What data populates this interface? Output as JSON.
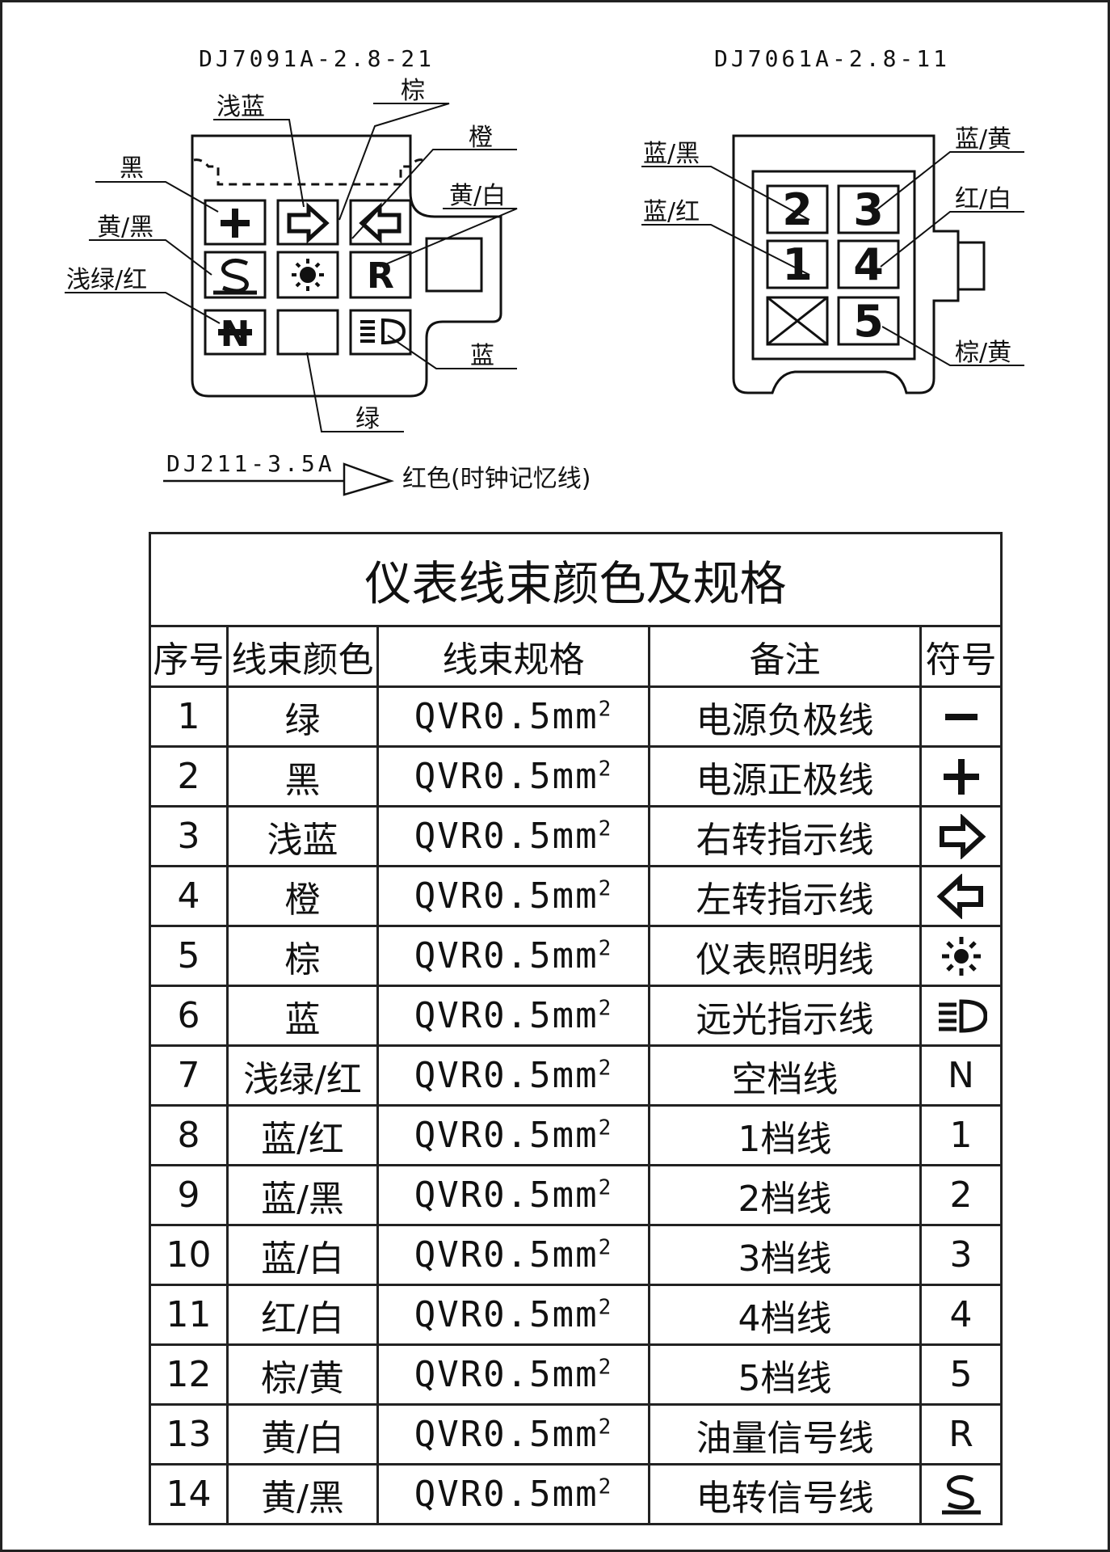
{
  "connectors": {
    "left_model": "DJ7091A-2.8-21",
    "right_model": "DJ7061A-2.8-11",
    "fuse_model": "DJ211-3.5A",
    "fuse_note": "红色(时钟记忆线)",
    "left_labels": {
      "black": "黑",
      "light_blue": "浅蓝",
      "brown": "棕",
      "orange": "橙",
      "yellow_white": "黄/白",
      "yellow_black": "黄/黑",
      "light_green_red": "浅绿/红",
      "blue": "蓝",
      "green": "绿"
    },
    "right_labels": {
      "blue_black": "蓝/黑",
      "blue_yellow": "蓝/黄",
      "red_white": "红/白",
      "blue_red": "蓝/红",
      "brown_yellow": "棕/黄"
    },
    "left_symbols": {
      "r": "R",
      "n": "N"
    },
    "right_pins": [
      "2",
      "3",
      "1",
      "4",
      "5"
    ]
  },
  "table": {
    "title": "仪表线束颜色及规格",
    "headers": [
      "序号",
      "线束颜色",
      "线束规格",
      "备注",
      "符号"
    ],
    "spec_base": "QVR0.5mm",
    "spec_sup": "2",
    "rows": [
      {
        "no": "1",
        "color": "绿",
        "remark": "电源负极线",
        "symbol": "minus",
        "text": ""
      },
      {
        "no": "2",
        "color": "黑",
        "remark": "电源正极线",
        "symbol": "plus",
        "text": ""
      },
      {
        "no": "3",
        "color": "浅蓝",
        "remark": "右转指示线",
        "symbol": "arrow-right",
        "text": ""
      },
      {
        "no": "4",
        "color": "橙",
        "remark": "左转指示线",
        "symbol": "arrow-left",
        "text": ""
      },
      {
        "no": "5",
        "color": "棕",
        "remark": "仪表照明线",
        "symbol": "sun",
        "text": ""
      },
      {
        "no": "6",
        "color": "蓝",
        "remark": "远光指示线",
        "symbol": "high-beam",
        "text": ""
      },
      {
        "no": "7",
        "color": "浅绿/红",
        "remark": "空档线",
        "symbol": "text",
        "text": "N"
      },
      {
        "no": "8",
        "color": "蓝/红",
        "remark": "1档线",
        "symbol": "text",
        "text": "1"
      },
      {
        "no": "9",
        "color": "蓝/黑",
        "remark": "2档线",
        "symbol": "text",
        "text": "2"
      },
      {
        "no": "10",
        "color": "蓝/白",
        "remark": "3档线",
        "symbol": "text",
        "text": "3"
      },
      {
        "no": "11",
        "color": "红/白",
        "remark": "4档线",
        "symbol": "text",
        "text": "4"
      },
      {
        "no": "12",
        "color": "棕/黄",
        "remark": "5档线",
        "symbol": "text",
        "text": "5"
      },
      {
        "no": "13",
        "color": "黄/白",
        "remark": "油量信号线",
        "symbol": "text",
        "text": "R"
      },
      {
        "no": "14",
        "color": "黄/黑",
        "remark": "电转信号线",
        "symbol": "s-wave",
        "text": ""
      }
    ]
  }
}
